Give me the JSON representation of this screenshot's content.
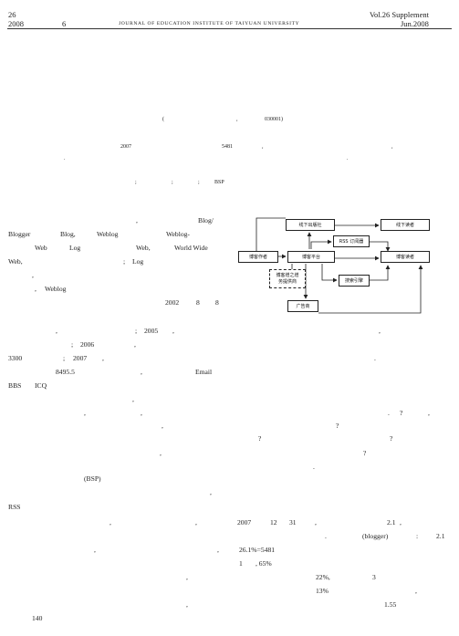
{
  "header": {
    "left_volume": "26",
    "left_year": "2008",
    "left_month": "6",
    "journal_title": "JOURNAL OF EDUCATION INSTITUTE OF TAIYUAN UNIVERSITY",
    "right_volume": "Vol.26 Supplement",
    "right_date": "Jun.2008"
  },
  "affiliation": {
    "open": "(",
    "comma": ",",
    "postcode": "030001)"
  },
  "abstract": {
    "year": "2007",
    "count": "5481",
    "c1": ",",
    "c2": ",",
    "c3": ".",
    "c4": "."
  },
  "keywords": {
    "sep1": ";",
    "sep2": ";",
    "sep3": ";",
    "last": "BSP"
  },
  "intro": {
    "l1_dot": ",",
    "l1_blog": "Blog/",
    "l2_a": "Blogger",
    "l2_b": "Blog,",
    "l2_c": "Weblog",
    "l2_d": "Weblog-",
    "l3_a": "Web",
    "l3_b": "Log",
    "l3_c": "Web,",
    "l3_d": "World Wide",
    "l4_a": "Web,",
    "l4_b": ";",
    "l4_c": "Log",
    "l5_a": ",",
    "l6_a": ",",
    "l6_b": "Weblog",
    "l7_a": "2002",
    "l7_b": "8",
    "l7_c": "8",
    "l8_a": ",",
    "l8_b": ";",
    "l8_c": "2005",
    "l8_d": ",",
    "l9_a": ";",
    "l9_b": "2006",
    "l9_c": ",",
    "l10_a": "3300",
    "l10_b": ";",
    "l10_c": "2007",
    "l10_d": ",",
    "l11_a": "8495.5",
    "l11_b": ",",
    "l11_c": "Email",
    "l12_a": "BBS",
    "l12_b": "ICQ",
    "l13_a": ",",
    "l14_a": ",",
    "l14_b": ",",
    "bsp": "(BSP)",
    "rss": "RSS",
    "rss_c1": ",",
    "rss_c2": ","
  },
  "right_column": {
    "r1": ",",
    "r2": ".",
    "r3a": ".",
    "r3b": ",",
    "q1": "?",
    "q2": "?",
    "q3": "?",
    "q4": "?",
    "r4": ".",
    "q5": "?",
    "r5": ".",
    "r6": ","
  },
  "stats": {
    "year": "2007",
    "month": "12",
    "day": "31",
    "ver": "2.1",
    "verc": ",",
    "dot": ".",
    "blogger": "(blogger)",
    "colon": ":",
    "ver2": "2.1",
    "comma": ",",
    "calc": "26.1%=5481",
    "one": "1",
    "pct65": ", 65%",
    "pct22": "22%,",
    "three": "3",
    "pct13": "13%",
    "v155": "1.55",
    "c_a": ",",
    "c_b": ","
  },
  "diagram": {
    "offline_publisher": "线下出版社",
    "offline_reader": "线下读者",
    "rss_reader": "RSS 订阅器",
    "blog_author": "博客作者",
    "blog_platform": "博客平台",
    "blog_reader": "博客读者",
    "value_added_line1": "博客增之增",
    "value_added_line2": "务提供商",
    "search_engine": "搜索引擎",
    "advertiser": "广告商"
  },
  "footer": {
    "page_number": "140"
  }
}
